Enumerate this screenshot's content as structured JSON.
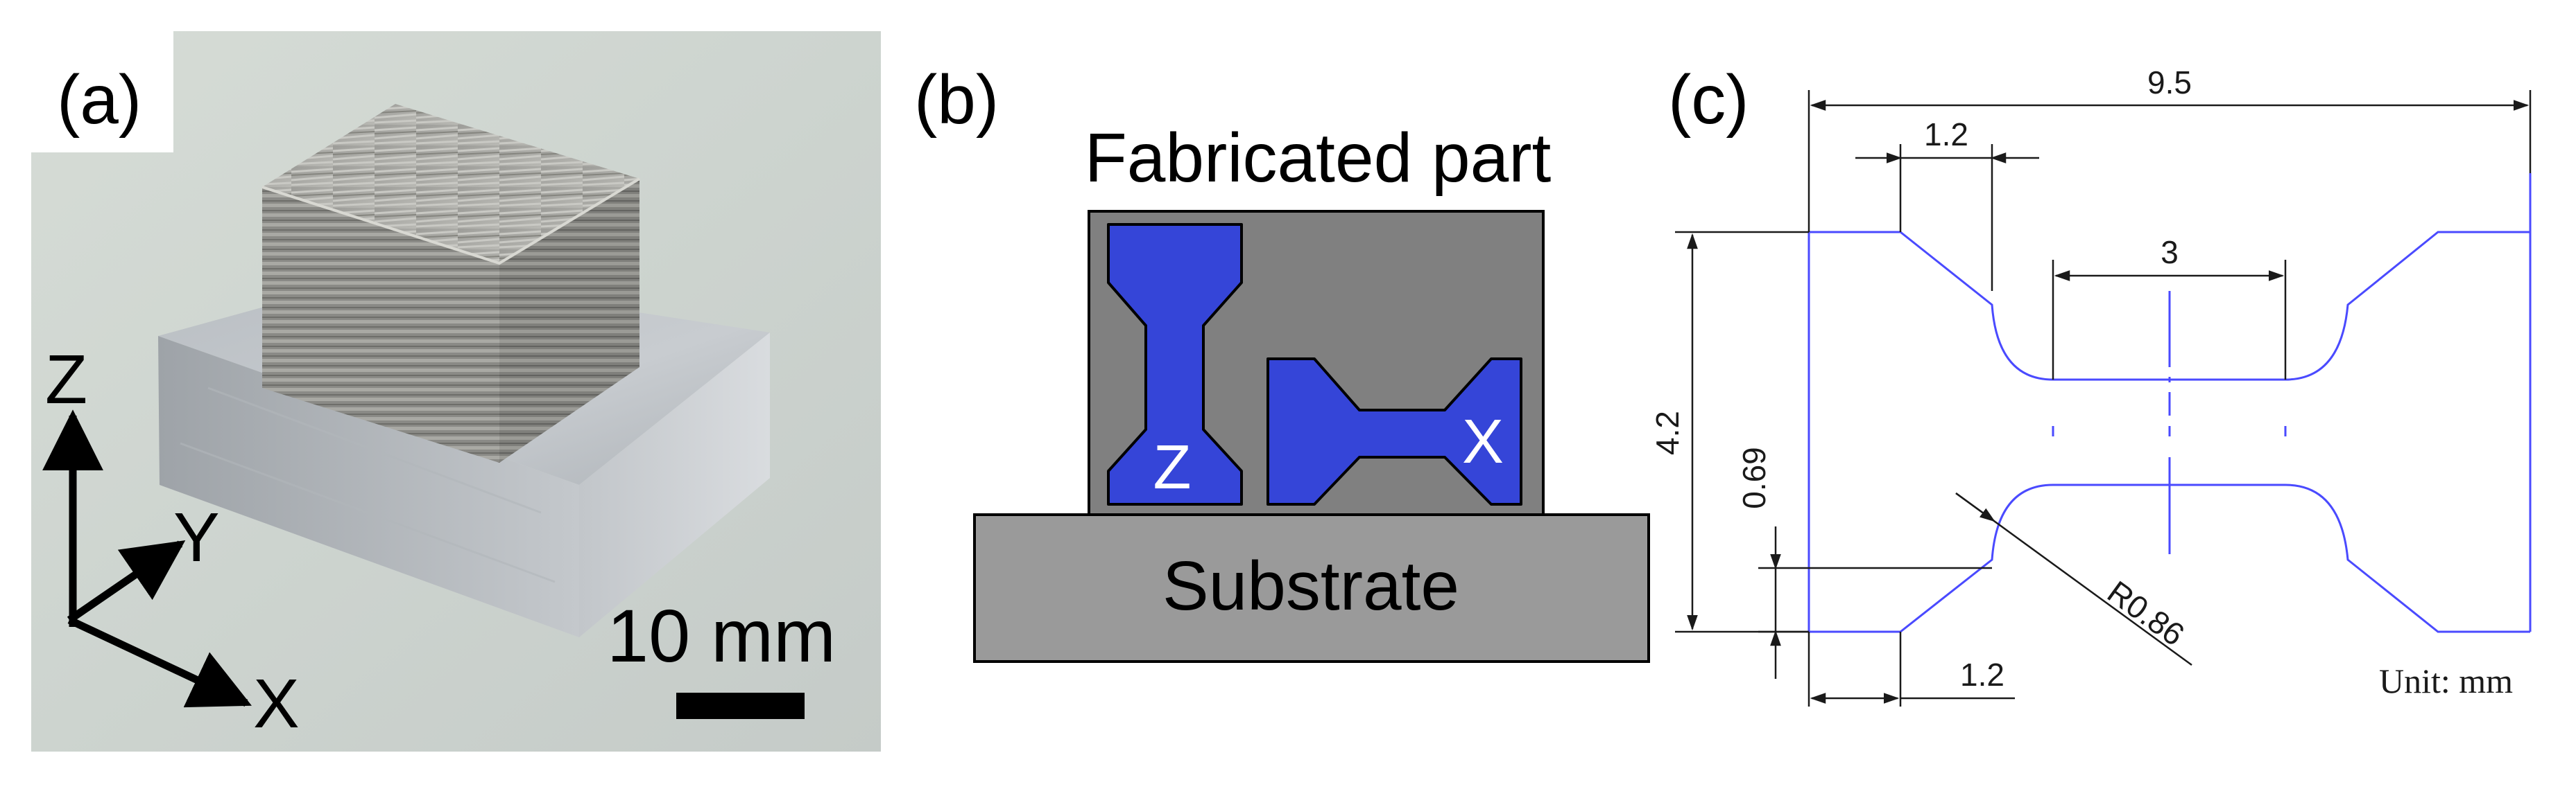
{
  "panel_a": {
    "label": "(a)",
    "axis_z": "Z",
    "axis_y": "Y",
    "axis_x": "X",
    "scale_text": "10 mm"
  },
  "panel_b": {
    "label": "(b)",
    "title": "Fabricated part",
    "specimen_z": "Z",
    "specimen_x": "X",
    "substrate": "Substrate",
    "colors": {
      "part": "#808080",
      "specimen": "#3545d8",
      "substrate": "#9a9a9a"
    }
  },
  "panel_c": {
    "label": "(c)",
    "dim_total_width": "9.5",
    "dim_shoulder_top": "1.2",
    "dim_gauge_length": "3",
    "dim_total_height": "4.2",
    "dim_thickness": "0.69",
    "dim_radius": "R0.86",
    "dim_shoulder_bottom": "1.2",
    "unit": "Unit: mm",
    "colors": {
      "outline": "#4a4aff",
      "dimension": "#1a1a1a"
    }
  }
}
